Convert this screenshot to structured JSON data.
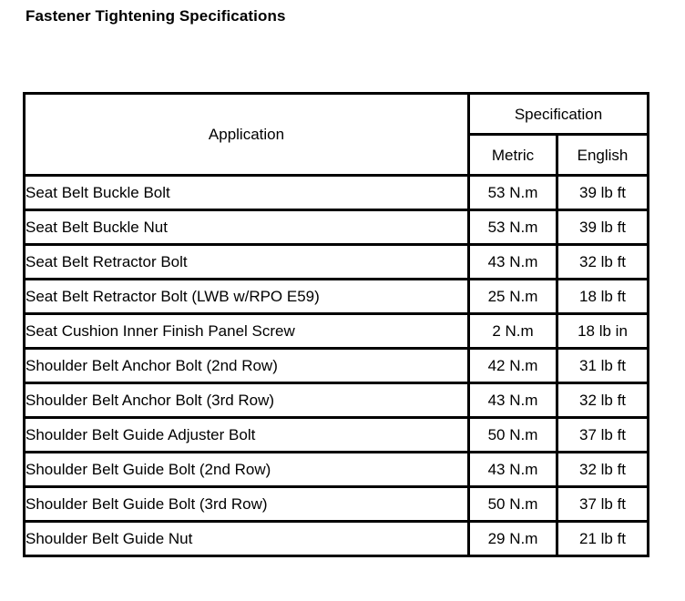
{
  "document": {
    "title": "Fastener Tightening Specifications"
  },
  "table": {
    "headers": {
      "application": "Application",
      "specification": "Specification",
      "metric": "Metric",
      "english": "English"
    },
    "rows": [
      {
        "application": "Seat Belt Buckle Bolt",
        "metric": "53 N.m",
        "english": "39 lb ft"
      },
      {
        "application": "Seat Belt Buckle Nut",
        "metric": "53 N.m",
        "english": "39 lb ft"
      },
      {
        "application": "Seat Belt Retractor Bolt",
        "metric": "43 N.m",
        "english": "32 lb ft"
      },
      {
        "application": "Seat Belt Retractor Bolt (LWB w/RPO E59)",
        "metric": "25 N.m",
        "english": "18 lb ft"
      },
      {
        "application": "Seat Cushion Inner Finish Panel Screw",
        "metric": "2 N.m",
        "english": "18 lb in"
      },
      {
        "application": "Shoulder Belt Anchor Bolt (2nd Row)",
        "metric": "42 N.m",
        "english": "31 lb ft"
      },
      {
        "application": "Shoulder Belt Anchor Bolt (3rd Row)",
        "metric": "43 N.m",
        "english": "32 lb ft"
      },
      {
        "application": "Shoulder Belt Guide Adjuster Bolt",
        "metric": "50 N.m",
        "english": "37 lb ft"
      },
      {
        "application": "Shoulder Belt Guide Bolt (2nd Row)",
        "metric": "43 N.m",
        "english": "32 lb ft"
      },
      {
        "application": "Shoulder Belt Guide Bolt (3rd Row)",
        "metric": "50 N.m",
        "english": "37 lb ft"
      },
      {
        "application": "Shoulder Belt Guide Nut",
        "metric": "29 N.m",
        "english": "21 lb ft"
      }
    ]
  },
  "colors": {
    "background": "#ffffff",
    "text": "#000000",
    "border": "#000000"
  }
}
